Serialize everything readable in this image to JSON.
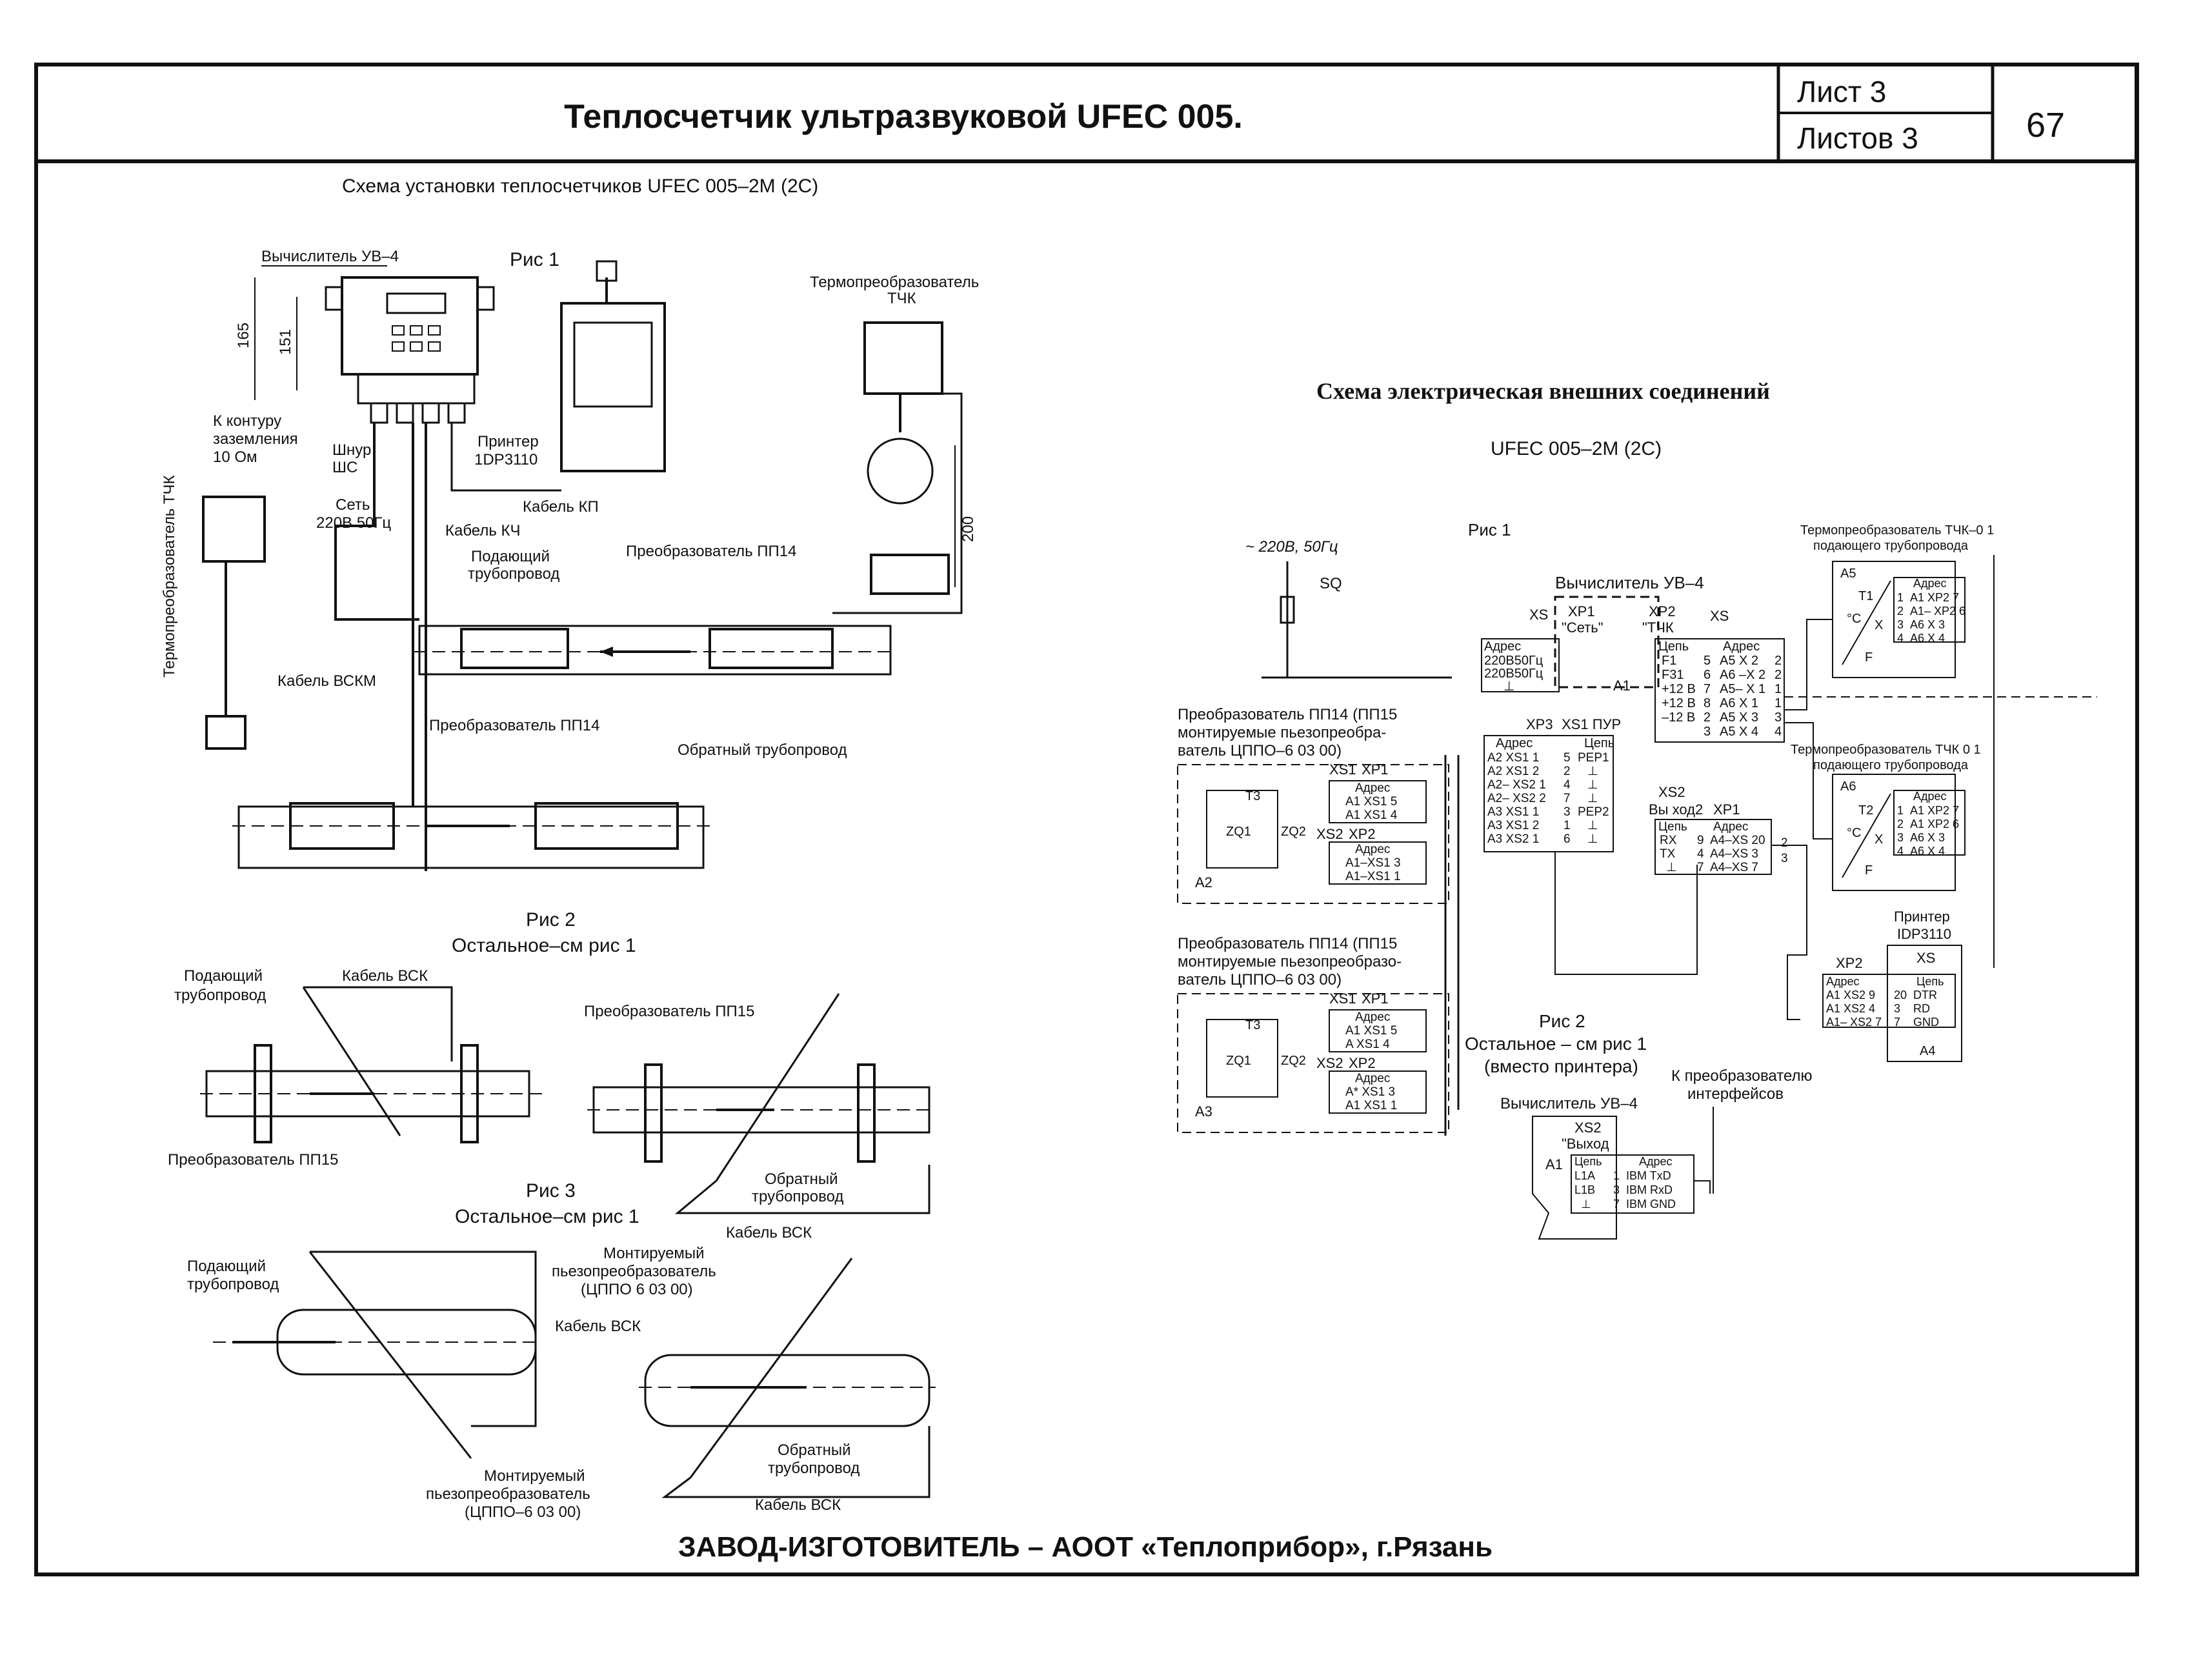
{
  "header": {
    "title": "Теплосчетчик ультразвуковой UFEC 005.",
    "sheet_label": "Лист 3",
    "sheets_label": "Листов 3",
    "page_number": "67"
  },
  "footer": "ЗАВОД-ИЗГОТОВИТЕЛЬ – АООТ «Теплоприбор», г.Рязань",
  "install": {
    "title": "Схема установки теплосчетчиков UFEC 005–2М (2С)",
    "fig1": "Рис 1",
    "calc": "Вычислитель УВ–4",
    "thermo": "Термопреобразователь",
    "tchk": "ТЧК",
    "dim165": "165",
    "dim151": "151",
    "dim200": "200",
    "ground1": "К контуру",
    "ground2": "заземления",
    "ground3": "10 Ом",
    "cord1": "Шнур",
    "cord2": "ШС",
    "printer1": "Принтер",
    "printer2": "1DP3110",
    "net1": "Сеть",
    "net2": "220В 50Гц",
    "cable_kp": "Кабель КП",
    "cable_kch": "Кабель КЧ",
    "supply1": "Подающий",
    "supply2": "трубопровод",
    "conv_pp14": "Преобразователь ПП14",
    "conv_pp14b": "Преобразователь ПП14",
    "thermo_left": "Термопреобразователь ТЧК",
    "cable_vskm": "Кабель ВСКМ",
    "return1": "Обратный трубопровод",
    "fig2": "Рис 2",
    "fig2_note": "Остальное–см  рис 1",
    "supply2a": "Подающий",
    "supply2b": "трубопровод",
    "cable_vsk": "Кабель ВСК",
    "conv_pp15": "Преобразователь ПП15",
    "conv_pp15b": "Преобразователь ПП15",
    "return2a": "Обратный",
    "return2b": "трубопровод",
    "fig3": "Рис 3",
    "fig3_note": "Остальное–см  рис 1",
    "cable_vsk2": "Кабель ВСК",
    "supply3a": "Подающий",
    "supply3b": "трубопровод",
    "mount1": "Монтируемый",
    "mount2": "пьезопреобразователь",
    "mount3": "(ЦППО  6 03 00)",
    "cable_vsk3": "Кабель ВСК",
    "mount4": "Монтируемый",
    "mount5": "пьезопреобразователь",
    "mount6": "(ЦППО–6 03 00)",
    "return3a": "Обратный",
    "return3b": "трубопровод",
    "cable_vsk4": "Кабель ВСК"
  },
  "electric": {
    "title": "Схема электрическая внешних соединений",
    "subtitle": "UFEC 005–2М (2С)",
    "fig1": "Рис 1",
    "power": "~ 220В, 50Гц",
    "sq": "SQ",
    "calc": "Вычислитель УВ–4",
    "xs_left": "XS",
    "xp1": "XP1",
    "xp1_name": "\"Сеть\"",
    "xp2": "XP2",
    "xp2_name": "\"ТЧК",
    "xs_right": "XS",
    "a1": "A1",
    "addr": "Адрес",
    "circuit": "Цепь",
    "net_rows": [
      "220В50Гц",
      "220В50Гц",
      "⊥"
    ],
    "tchk_rows": [
      {
        "c": "F1",
        "n": "5",
        "a": "A5  X 2",
        "p": "2"
      },
      {
        "c": "F31",
        "n": "6",
        "a": "A6 –X 2",
        "p": "2"
      },
      {
        "c": "+12 В",
        "n": "7",
        "a": "A5– X 1",
        "p": "1"
      },
      {
        "c": "+12 В",
        "n": "8",
        "a": "A6  X 1",
        "p": "1"
      },
      {
        "c": "–12 В",
        "n": "2",
        "a": "A5  X 3",
        "p": "3"
      },
      {
        "c": "",
        "n": "3",
        "a": "A5  X 4",
        "p": "4"
      }
    ],
    "t1_label": "Термопреобразователь ТЧК–0 1",
    "t1_label2": "подающего трубопровода",
    "a5": "A5",
    "t1": "T1",
    "t1_rows": [
      {
        "n": "1",
        "a": "A1  XP2 7"
      },
      {
        "n": "2",
        "a": "A1– XP2 6"
      },
      {
        "n": "3",
        "a": "A6  X 3"
      },
      {
        "n": "4",
        "a": "A6  X 4"
      }
    ],
    "t2_label": "Термопреобразователь ТЧК 0 1",
    "t2_label2": "подающего трубопровода",
    "a6": "A6",
    "t2": "T2",
    "t2_rows": [
      {
        "n": "1",
        "a": "A1  XP2 7"
      },
      {
        "n": "2",
        "a": "A1  XP2 6"
      },
      {
        "n": "3",
        "a": "A6  X 3"
      },
      {
        "n": "4",
        "a": "A6  X 4"
      }
    ],
    "deg_c": "°C",
    "x": "X",
    "f": "F",
    "xp3": "XP3",
    "xs1_pur": "XS1 ПУР",
    "xp3_rows": [
      {
        "a": "A2  XS1 1",
        "n": "5",
        "c": "PEP1"
      },
      {
        "a": "A2  XS1 2",
        "n": "2",
        "c": "⊥"
      },
      {
        "a": "A2– XS2 1",
        "n": "4",
        "c": "⊥"
      },
      {
        "a": "A2– XS2 2",
        "n": "7",
        "c": "⊥"
      },
      {
        "a": "A3  XS1 1",
        "n": "3",
        "c": "PEP2"
      },
      {
        "a": "A3  XS1 2",
        "n": "1",
        "c": "⊥"
      },
      {
        "a": "A3  XS2 1",
        "n": "6",
        "c": "⊥"
      }
    ],
    "pp14a_1": "Преобразователь ПП14 (ПП15",
    "pp14a_2": "монтируемые пьезопреобра-",
    "pp14a_3": "ватель ЦППО–6 03 00)",
    "pp14b_1": "Преобразователь ПП14 (ПП15",
    "pp14b_2": "монтируемые пьезопреобразо-",
    "pp14b_3": "ватель ЦППО–6 03 00)",
    "xs1": "XS1",
    "xp1s": "XP1",
    "xs2": "XS2",
    "xp2s": "XP2",
    "t3": "T3",
    "zq1": "ZQ1",
    "zq2": "ZQ2",
    "a2": "A2",
    "a3": "A3",
    "a2_rows1": [
      "A1  XS1 5",
      "A1  XS1 4"
    ],
    "a2_rows2": [
      "A1–XS1 3",
      "A1–XS1 1"
    ],
    "a3_rows1": [
      "A1  XS1 5",
      "A    XS1 4"
    ],
    "a3_rows2": [
      "A*  XS1 3",
      "A1  XS1 1"
    ],
    "xs2_out": "XS2",
    "out2": "Вы ход2",
    "xp1_out": "XP1",
    "out_rows": [
      {
        "c": "RX",
        "n": "9",
        "a": "A4–XS 20",
        "p": "2"
      },
      {
        "c": "TX",
        "n": "4",
        "a": "A4–XS 3",
        "p": "3"
      },
      {
        "c": "⊥",
        "n": "7",
        "a": "A4–XS 7",
        "p": ""
      }
    ],
    "printer1": "Принтер",
    "printer2": "IDP3110",
    "xs_pr": "XS",
    "xp2_pr": "XP2",
    "a4": "A4",
    "pr_rows": [
      {
        "a": "A1  XS2 9",
        "n": "20",
        "c": "DTR"
      },
      {
        "a": "A1  XS2 4",
        "n": "3",
        "c": "RD"
      },
      {
        "a": "A1– XS2 7",
        "n": "7",
        "c": "GND"
      }
    ],
    "fig2": "Рис  2",
    "fig2_note1": "Остальное – см  рис 1",
    "fig2_note2": "(вместо принтера)",
    "to_conv1": "К преобразователю",
    "to_conv2": "интерфейсов",
    "calc2": "Вычислитель УВ–4",
    "xs2b": "XS2",
    "out_b": "\"Выход",
    "a1b": "A1",
    "ibm_rows": [
      {
        "c": "L1A",
        "n": "1",
        "a": "IBM TxD"
      },
      {
        "c": "L1B",
        "n": "3",
        "a": "IBM RxD"
      },
      {
        "c": "⊥",
        "n": "7",
        "a": "IBM GND"
      }
    ]
  }
}
